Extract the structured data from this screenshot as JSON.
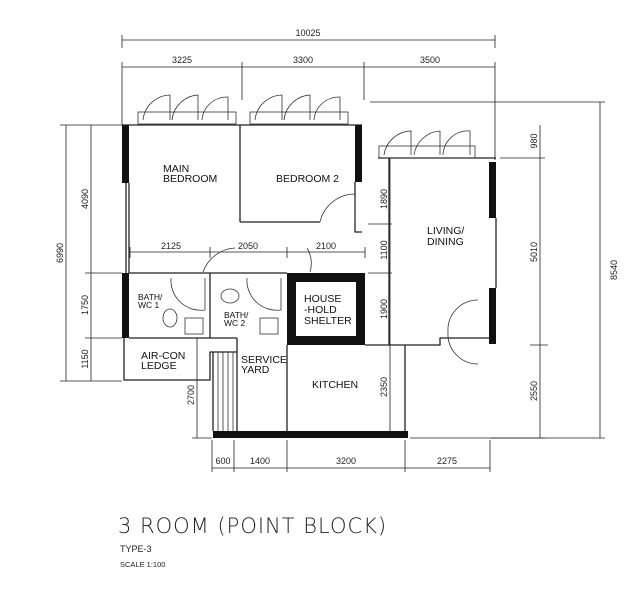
{
  "plan": {
    "title": "3 ROOM (POINT BLOCK)",
    "type": "TYPE-3",
    "scale": "SCALE  1:100",
    "rooms": {
      "main_bedroom": [
        "MAIN",
        "BEDROOM"
      ],
      "bedroom2": "BEDROOM  2",
      "living": [
        "LIVING/",
        "DINING"
      ],
      "bath1": [
        "BATH/",
        "WC 1"
      ],
      "bath2": [
        "BATH/",
        "WC 2"
      ],
      "shelter": [
        "HOUSE",
        "-HOLD",
        "SHELTER"
      ],
      "aircon": [
        "AIR-CON",
        "LEDGE"
      ],
      "service": [
        "SERVICE",
        "YARD"
      ],
      "kitchen": "KITCHEN"
    },
    "dimensions": {
      "top_total": "10025",
      "top": [
        "3225",
        "3300",
        "3500"
      ],
      "middle": [
        "2125",
        "2050",
        "2100"
      ],
      "bottom": [
        "600",
        "1400",
        "3200",
        "2275"
      ],
      "left_total": "6990",
      "left": [
        "4090",
        "1750",
        "1150"
      ],
      "interior": [
        "1890",
        "1100",
        "1900",
        "2350"
      ],
      "right": [
        "980",
        "5010",
        "2550"
      ],
      "right_total": "8540",
      "yard": "2700"
    }
  }
}
